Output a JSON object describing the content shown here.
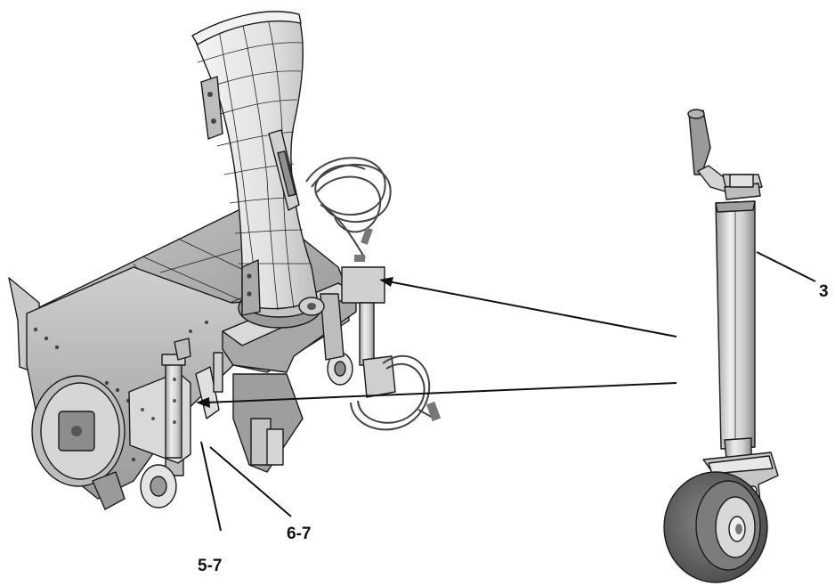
{
  "labels": {
    "part_3": "3",
    "part_5_7": "5-7",
    "part_6_7": "6-7"
  },
  "colors": {
    "ink": "#1a1a1a",
    "metal_light": "#e6e6e6",
    "metal_mid": "#b8b8b8",
    "metal_dark": "#7a7a7a",
    "tire": "#5a5a5a"
  }
}
